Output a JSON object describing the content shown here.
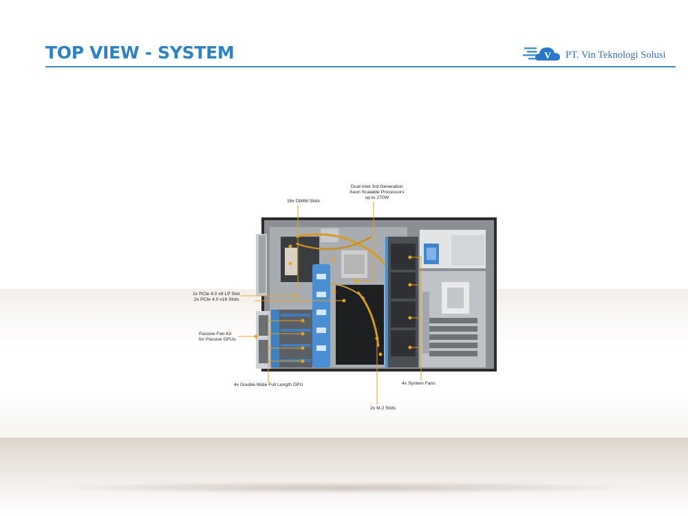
{
  "header": {
    "title": "TOP VIEW - SYSTEM",
    "logo_text": "PT. Vin Teknologi Solusi",
    "logo_icon": "cloud-v-icon"
  },
  "callouts": {
    "processors": [
      "Dual Intel 3rd Generation",
      "Xeon Scalable Processors",
      "up to 270W"
    ],
    "dimm": "16x DIMM Slots",
    "pcie_lp": "1x PCIe 4.0 x8 LP Slot",
    "pcie_x16": "2x PCIe 4.0 x16 Slots",
    "fan_kit": [
      "Passive Fan Kit",
      "for Passive GPUs"
    ],
    "gpu": "4x Double-Wide Full Length GPU",
    "system_fans": "4x System Fans",
    "m2": "2x M.2 Slots"
  },
  "colors": {
    "title": "#2e82c2",
    "callout_line": "#e8a21b",
    "chassis": "#3a3a3a",
    "airflow_blue": "#4a8fd4"
  }
}
